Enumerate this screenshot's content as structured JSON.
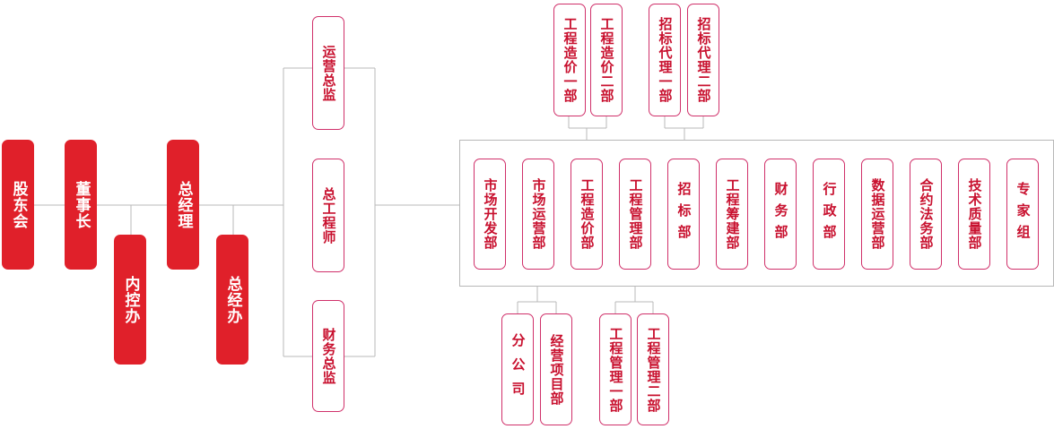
{
  "colors": {
    "solid_fill": "#e0202a",
    "outline_border": "#d0306a",
    "outline_text": "#c8102e",
    "line": "#b8b8b8"
  },
  "chain": {
    "shareholders": "股东会",
    "chairman": "董事长",
    "internal_control": "内控办",
    "general_manager": "总经理",
    "gm_office": "总经办"
  },
  "directors": {
    "operations": "运营总监",
    "chief_engineer": "总工程师",
    "finance": "财务总监"
  },
  "departments": [
    "市场开发部",
    "市场运营部",
    "工程造价部",
    "工程管理部",
    "招标部",
    "工程筹建部",
    "财务部",
    "行政部",
    "数据运营部",
    "合约法务部",
    "技术质量部",
    "专家组"
  ],
  "cost_subdepts": [
    "工程造价一部",
    "工程造价二部"
  ],
  "tender_subdepts": [
    "招标代理一部",
    "招标代理二部"
  ],
  "market_ops_subunits": [
    "分公司",
    "经营项目部"
  ],
  "eng_mgmt_subdepts": [
    "工程管理一部",
    "工程管理二部"
  ]
}
